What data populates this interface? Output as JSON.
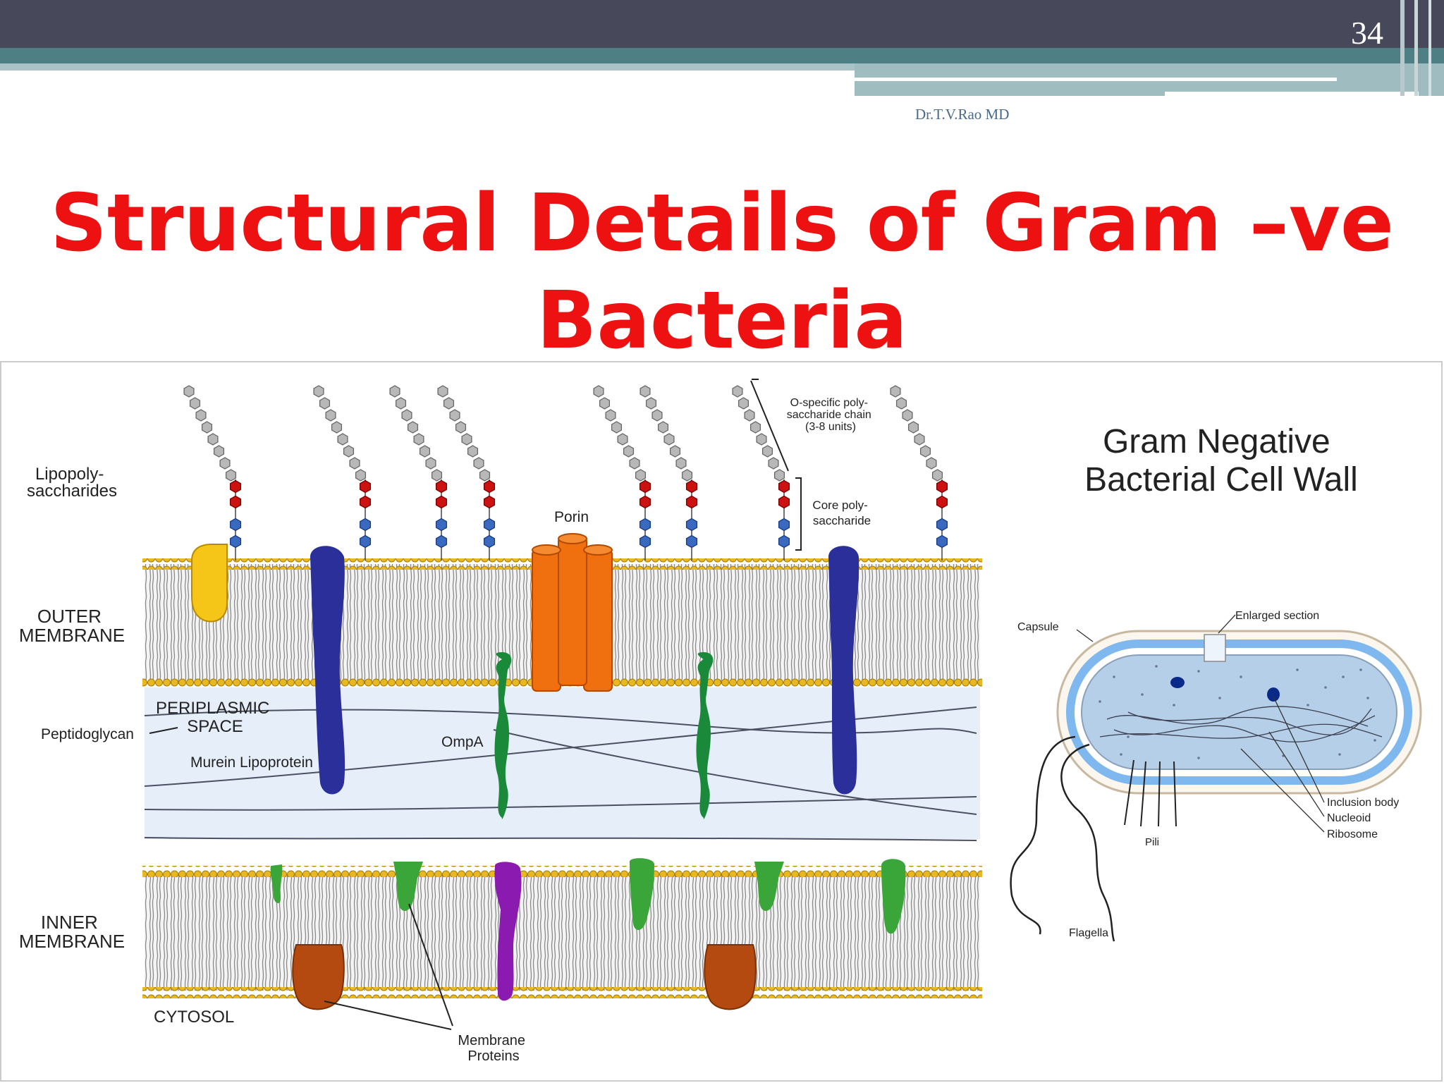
{
  "slide": {
    "number": "34",
    "author": "Dr.T.V.Rao MD",
    "title_line1": "Structural Details of Gram –ve",
    "title_line2": "Bacteria"
  },
  "diagram": {
    "labels": {
      "lipopolysaccharides": [
        "Lipopoly-",
        "saccharides"
      ],
      "outer_membrane": [
        "OUTER",
        "MEMBRANE"
      ],
      "peptidoglycan": "Peptidoglycan",
      "periplasmic_space": [
        "PERIPLASMIC",
        "SPACE"
      ],
      "murein_lipoprotein": "Murein Lipoprotein",
      "ompa": "OmpA",
      "porin": "Porin",
      "o_specific": [
        "O-specific poly-",
        "saccharide chain",
        "(3-8 units)"
      ],
      "core_poly": [
        "Core poly-",
        "saccharide"
      ],
      "inner_membrane": [
        "INNER",
        "MEMBRANE"
      ],
      "cytosol": "CYTOSOL",
      "membrane_proteins": [
        "Membrane",
        "Proteins"
      ]
    },
    "cell": {
      "title": [
        "Gram Negative",
        "Bacterial Cell Wall"
      ],
      "capsule": "Capsule",
      "enlarged_section": "Enlarged section",
      "inclusion_body": "Inclusion body",
      "nucleoid": "Nucleoid",
      "ribosome": "Ribosome",
      "pili": "Pili",
      "flagella": "Flagella"
    },
    "colors": {
      "title": "#ee1111",
      "lipid_head": "#e8b820",
      "periplasm": "#e6eefa",
      "porin": "#f07010",
      "murein": "#2a2f9a",
      "ompa": "#1a8a3a",
      "inner_protein": "#3aa63a",
      "purple_protein": "#8a1ab0",
      "brown_protein": "#b44a10",
      "yellow_protein": "#f5c518",
      "sugar_gray": "#b8b8b8",
      "sugar_red": "#cc1111",
      "sugar_blue": "#3a6ac0"
    }
  }
}
